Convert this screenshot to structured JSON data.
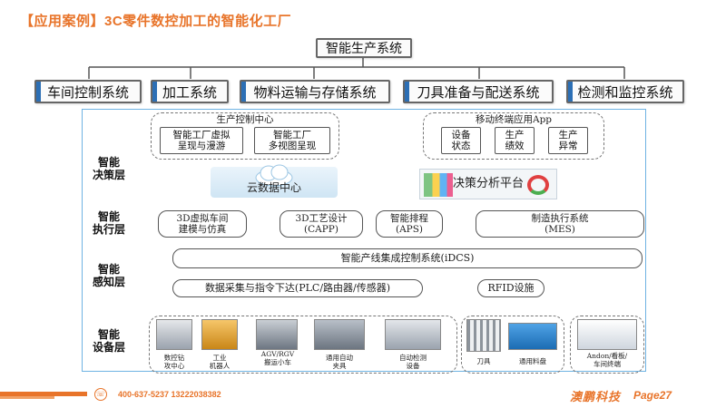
{
  "header": {
    "title": "【应用案例】3C零件数控加工的智能化工厂"
  },
  "top": {
    "root": "智能生产系统",
    "subsystems": [
      "车间控制系统",
      "加工系统",
      "物料运输与存储系统",
      "刀具准备与配送系统",
      "检测和监控系统"
    ]
  },
  "layers": {
    "decision": "智能\n决策层",
    "execution": "智能\n执行层",
    "perception": "智能\n感知层",
    "equipment": "智能\n设备层"
  },
  "decision": {
    "control_center": "生产控制中心",
    "vr": "智能工厂虚拟\n呈现与漫游",
    "multiview": "智能工厂\n多视图呈现",
    "mobile_app": "移动终端应用App",
    "device_status": "设备\n状态",
    "prod_perf": "生产\n绩效",
    "prod_abn": "生产\n异常",
    "cloud": "云数据中心",
    "analysis": "决策分析平台"
  },
  "execution": {
    "sim": "3D虚拟车间\n建模与仿真",
    "capp": "3D工艺设计\n(CAPP)",
    "aps": "智能排程\n(APS)",
    "mes": "制造执行系统\n(MES)"
  },
  "perception": {
    "idcs": "智能产线集成控制系统(iDCS)",
    "collect": "数据采集与指令下达(PLC/路由器/传感器)",
    "rfid": "RFID设施"
  },
  "equipment": {
    "items": [
      "数控钻\n攻中心",
      "工业\n机器人",
      "AGV/RGV\n搬运小车",
      "通用自动\n夹具",
      "自动检测\n设备",
      "刀具",
      "通用料盘",
      "Andon/看板/\n车间终端"
    ]
  },
  "footer": {
    "phone": "400-637-5237  13222038382",
    "logo": "澳鹏科技",
    "page": "Page27"
  },
  "colors": {
    "accent": "#e8742a",
    "frame": "#6fb3e3",
    "bar_blue": "#2c6fb5"
  }
}
